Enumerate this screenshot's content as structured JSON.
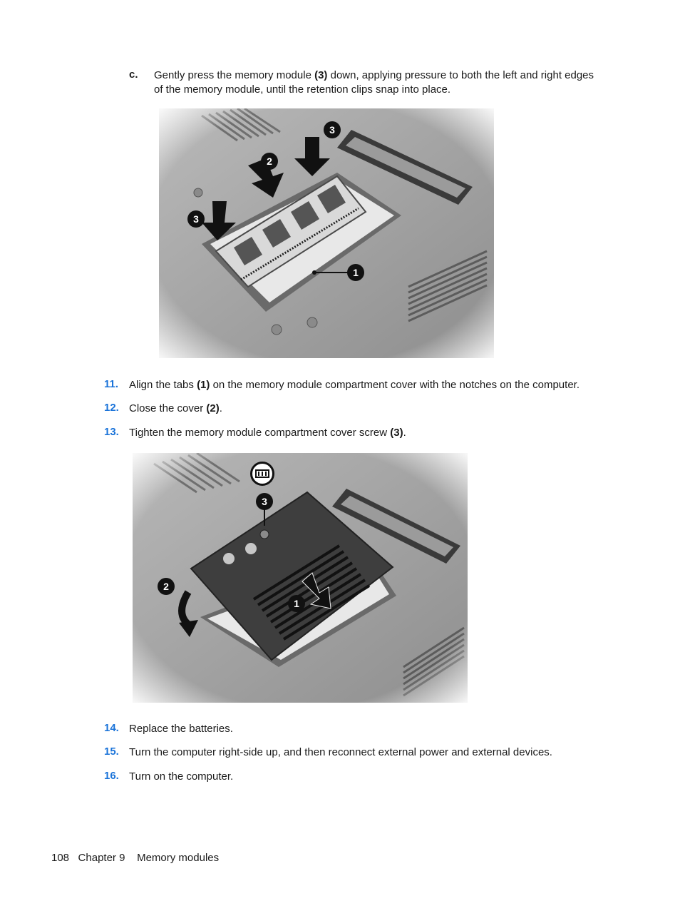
{
  "substep_c": {
    "letter": "c.",
    "text_before": "Gently press the memory module ",
    "ref": "(3)",
    "text_after": " down, applying pressure to both the left and right edges",
    "line2": "of the memory module, until the retention clips snap into place."
  },
  "figure1": {
    "callouts": [
      "1",
      "2",
      "3",
      "3"
    ]
  },
  "steps_a": [
    {
      "num": "11.",
      "before": "Align the tabs ",
      "ref": "(1)",
      "after": " on the memory module compartment cover with the notches on the computer."
    },
    {
      "num": "12.",
      "before": "Close the cover ",
      "ref": "(2)",
      "after": "."
    },
    {
      "num": "13.",
      "before": "Tighten the memory module compartment cover screw ",
      "ref": "(3)",
      "after": "."
    }
  ],
  "figure2": {
    "callouts": [
      "1",
      "2",
      "3"
    ]
  },
  "steps_b": [
    {
      "num": "14.",
      "text": "Replace the batteries."
    },
    {
      "num": "15.",
      "text": "Turn the computer right-side up, and then reconnect external power and external devices."
    },
    {
      "num": "16.",
      "text": "Turn on the computer."
    }
  ],
  "footer": {
    "page_number": "108",
    "chapter": "Chapter 9",
    "title": "Memory modules"
  }
}
